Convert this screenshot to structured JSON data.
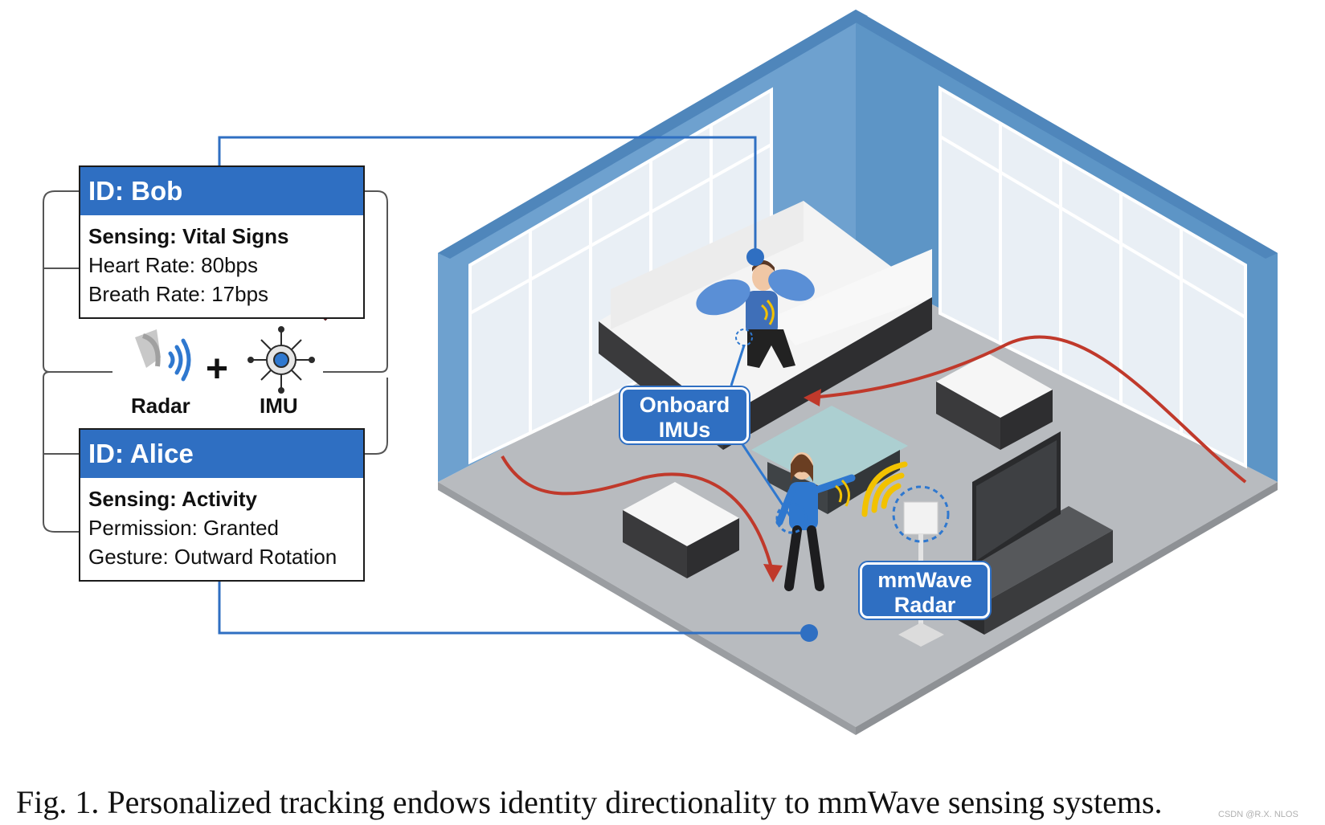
{
  "bob_card": {
    "title": "ID: Bob",
    "sensing": "Sensing: Vital Signs",
    "line1": "Heart Rate: 80bps",
    "line2": "Breath Rate: 17bps"
  },
  "alice_card": {
    "title": "ID: Alice",
    "sensing": "Sensing: Activity",
    "line1": "Permission: Granted",
    "line2": "Gesture: Outward Rotation"
  },
  "middle": {
    "radar_label": "Radar",
    "plus": "+",
    "imu_label": "IMU"
  },
  "scene_labels": {
    "imu": [
      "Onboard",
      "IMUs"
    ],
    "radar": [
      "mmWave",
      "Radar"
    ]
  },
  "caption": "Fig. 1.  Personalized tracking endows identity directionality to mmWave sensing systems.",
  "watermark": "CSDN @R.X. NLOS",
  "colors": {
    "accent_blue": "#2f6fc2",
    "wall_blue": "#5d95c6",
    "floor_gray": "#b9bcc0",
    "path_red": "#c0392b",
    "signal_yellow": "#f2c200"
  }
}
